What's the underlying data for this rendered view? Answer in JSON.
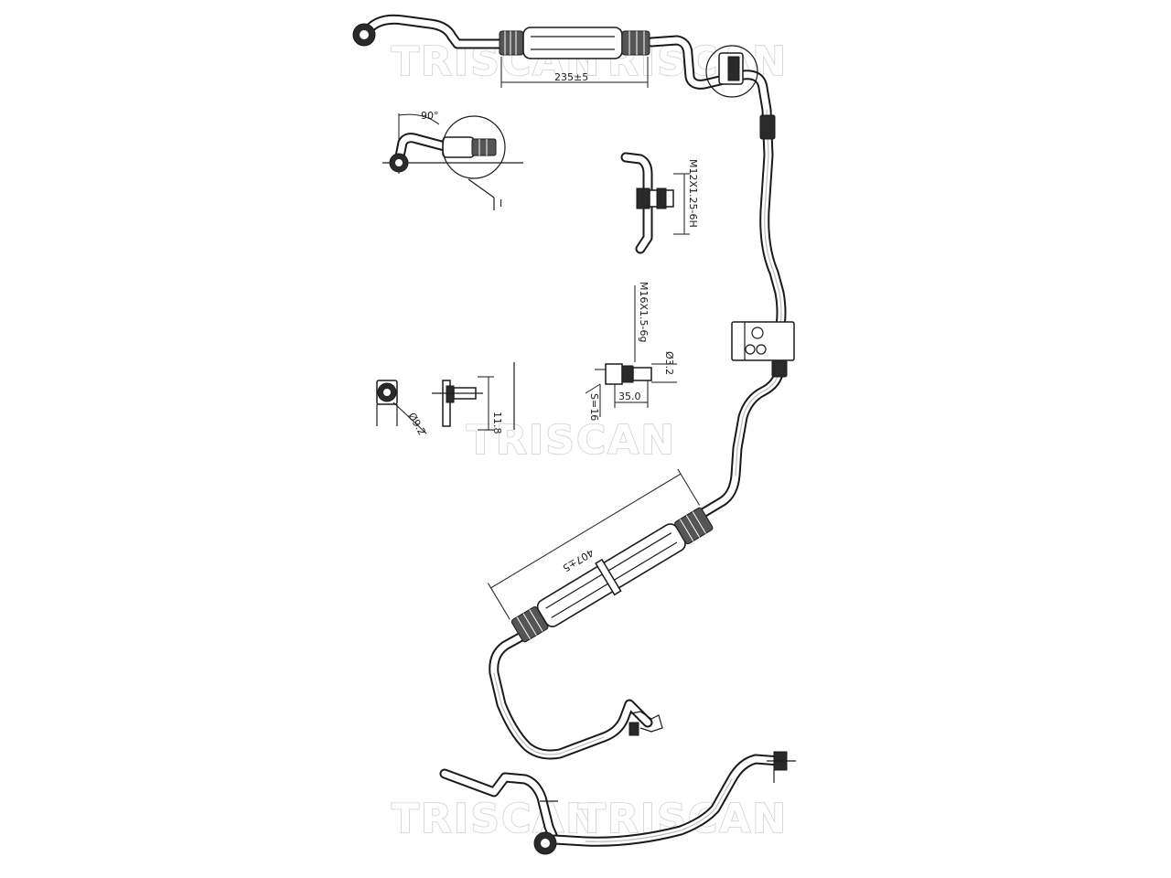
{
  "watermark": {
    "brand": "TRISCAN"
  },
  "dimensions": {
    "upper_hose_length": "235±5",
    "angle": "90°",
    "detail_mark": "I",
    "thread_upper": "M12X1.25-6H",
    "thread_middle": "M16X1.5-6g",
    "diameter_small": "Ø3.2",
    "diameter_bore": "Ø9.2",
    "length_fitting": "35.0",
    "wrench_size": "S=16",
    "height_11": "11.8",
    "lower_hose_length": "407±5"
  }
}
